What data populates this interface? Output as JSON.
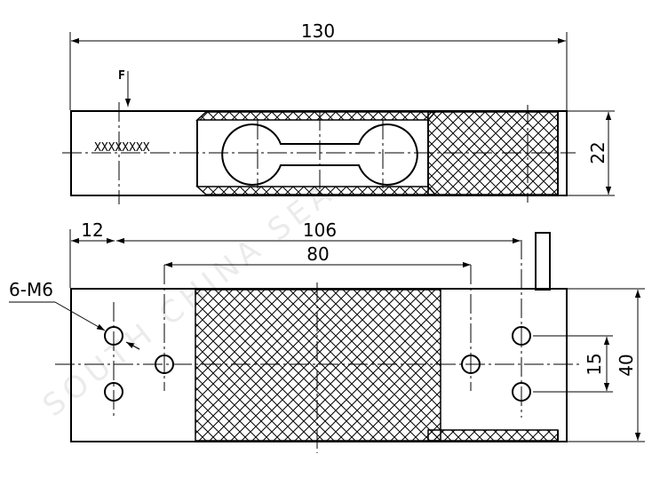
{
  "drawing": {
    "dimensions": {
      "overall_length": "130",
      "height_side_view": "22",
      "edge_to_hole": "12",
      "hole_spacing_outer": "106",
      "hole_spacing_inner": "80",
      "hole_pair_spacing": "15",
      "width_top_view": "40"
    },
    "labels": {
      "force": "F",
      "thread_spec": "6-M6",
      "serial_marking": "XXXXXXXX"
    },
    "watermark": "SOUTH CHINA SEA"
  }
}
